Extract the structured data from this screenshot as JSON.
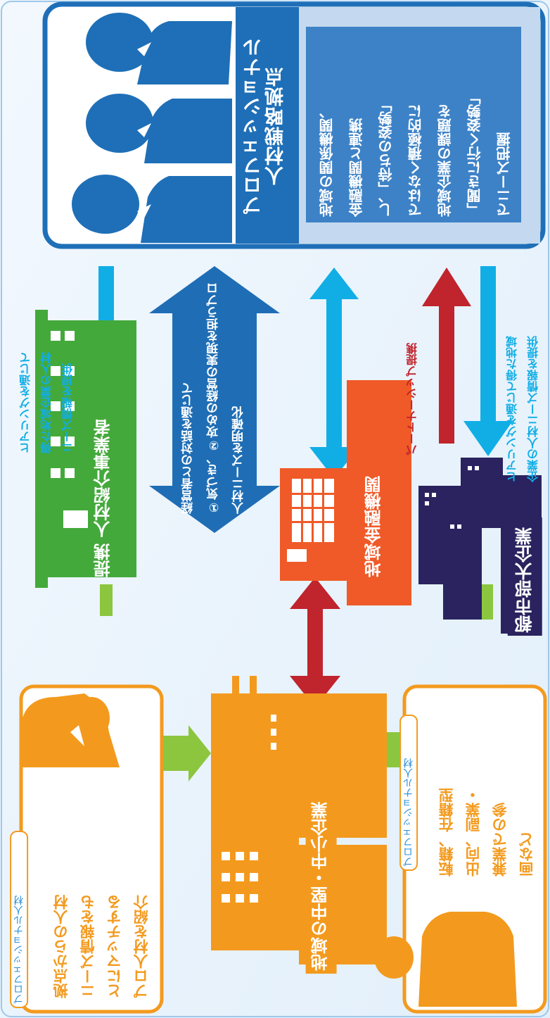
{
  "colors": {
    "hub_blue": "#1e6fb7",
    "hub_box": "#3d82c7",
    "hub_bg": "#c4d9ef",
    "arrow_blue": "#1f6eb5",
    "arrow_cyan": "#11aee6",
    "arrow_red": "#c0242c",
    "green": "#44a93b",
    "light_green": "#8cc63f",
    "orange": "#f39a1e",
    "bank_orange": "#ef5a28",
    "navy": "#2a2360",
    "tag_blue": "#2a8fd8"
  },
  "hub": {
    "title_lines": [
      "プロフェッショナル",
      "人材戦略拠点"
    ],
    "body_lines": [
      "地域の関係機関、",
      "金融機関と連携",
      "し、「待ちの姿勢」",
      "ではなく積極的に",
      "地域企業の課題を",
      "「聞きに行く姿勢」",
      "でニーズ把握"
    ]
  },
  "agency": {
    "label": "提携 人材紹介事業者"
  },
  "bank": {
    "label": "地域金融機関"
  },
  "bigco": {
    "label": "都市部大企業"
  },
  "sme": {
    "label": "地域の中堅・中小企業"
  },
  "dialog_arrow": {
    "lines": [
      "経営者との対話を通じて",
      "①気づき、②攻めの経営の実現を担うプロ",
      "人材ニーズを明確化"
    ]
  },
  "left_note": {
    "lines": [
      "ヒアリングを通じて",
      "得た地域企業の人材",
      "ニーズ情報を提供"
    ]
  },
  "right_note": {
    "lines": [
      "ヒアリングを通じて得た地域",
      "企業の人材ニーズ情報を提供"
    ]
  },
  "partnership": {
    "label": "パートナーシップ提携"
  },
  "pro_left": {
    "tag": "プロフェッショナル人材",
    "lines": [
      "拠点からの人材",
      "ニーズ情報をも",
      "とにマッチする",
      "プロ人材を紹介"
    ]
  },
  "pro_right": {
    "tag": "プロフェッショナル人材",
    "lines": [
      "転籍、在籍型",
      "出向、副業・",
      "兼業での参",
      "画など"
    ]
  }
}
